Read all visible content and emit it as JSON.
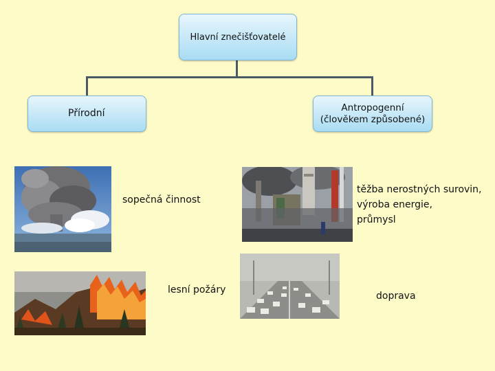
{
  "root": {
    "label": "Hlavní znečišťovatelé"
  },
  "natural": {
    "label": "Přírodní",
    "items": [
      {
        "caption": "sopečná činnost",
        "image": "volcano-eruption-photo"
      },
      {
        "caption": "lesní požáry",
        "image": "forest-fire-photo"
      }
    ]
  },
  "anthropogenic": {
    "label_lines": [
      "Antropogenní",
      "(člověkem způsobené)"
    ],
    "items": [
      {
        "caption_lines": [
          "těžba nerostných surovin,",
          "výroba energie,",
          "průmysl"
        ],
        "image": "industry-smokestacks-photo"
      },
      {
        "caption": "doprava",
        "image": "traffic-smog-photo"
      }
    ]
  },
  "colors": {
    "background": "#fdfbc8",
    "box_fill_top": "#e8f6fd",
    "box_fill_bottom": "#a9dcf3",
    "box_border": "#7fb6d6",
    "connector": "#4a5a66"
  }
}
